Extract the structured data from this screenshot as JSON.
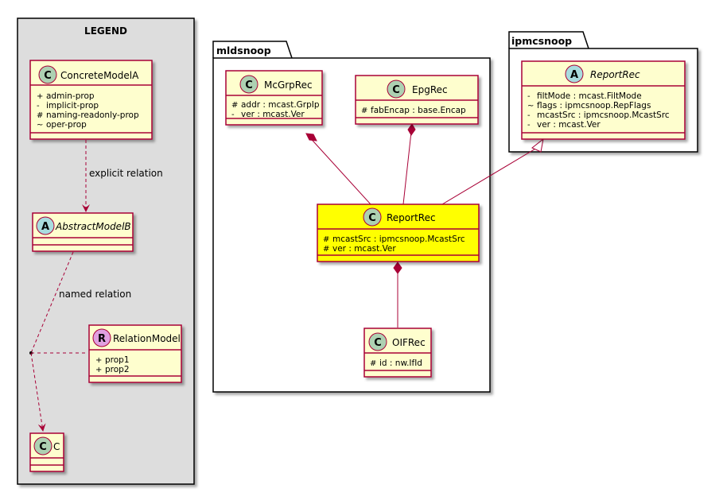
{
  "legend": {
    "title": "LEGEND",
    "concrete": {
      "name": "ConcreteModelA",
      "stereo": "C",
      "props": [
        {
          "vis": "+",
          "text": "admin-prop"
        },
        {
          "vis": "-",
          "text": "implicit-prop"
        },
        {
          "vis": "#",
          "text": "naming-readonly-prop"
        },
        {
          "vis": "~",
          "text": "oper-prop"
        }
      ]
    },
    "abstract": {
      "name": "AbstractModelB",
      "stereo": "A"
    },
    "relation_model": {
      "name": "RelationModel",
      "stereo": "R",
      "props": [
        {
          "vis": "+",
          "text": "prop1"
        },
        {
          "vis": "+",
          "text": "prop2"
        }
      ]
    },
    "c": {
      "name": "C",
      "stereo": "C"
    },
    "explicit_label": "explicit relation",
    "named_label": "named relation"
  },
  "packages": {
    "mldsnoop": "mldsnoop",
    "ipmcsnoop": "ipmcsnoop"
  },
  "classes": {
    "mcgrprec": {
      "name": "McGrpRec",
      "stereo": "C",
      "props": [
        {
          "vis": "#",
          "text": "addr : mcast.GrpIp"
        },
        {
          "vis": "-",
          "text": "ver : mcast.Ver"
        }
      ]
    },
    "epgrec": {
      "name": "EpgRec",
      "stereo": "C",
      "props": [
        {
          "vis": "#",
          "text": "fabEncap : base.Encap"
        }
      ]
    },
    "reportrec": {
      "name": "ReportRec",
      "stereo": "C",
      "props": [
        {
          "vis": "#",
          "text": "mcastSrc : ipmcsnoop.McastSrc"
        },
        {
          "vis": "#",
          "text": "ver : mcast.Ver"
        }
      ]
    },
    "oifrec": {
      "name": "OIFRec",
      "stereo": "C",
      "props": [
        {
          "vis": "#",
          "text": "id : nw.IfId"
        }
      ]
    },
    "ipmc_reportrec": {
      "name": "ReportRec",
      "stereo": "A",
      "props": [
        {
          "vis": "-",
          "text": "filtMode : mcast.FiltMode"
        },
        {
          "vis": "~",
          "text": "flags : ipmcsnoop.RepFlags"
        },
        {
          "vis": "-",
          "text": "mcastSrc : ipmcsnoop.McastSrc"
        },
        {
          "vis": "-",
          "text": "ver : mcast.Ver"
        }
      ]
    }
  },
  "colors": {
    "border": "#A80036",
    "class_fill": "#FEFECE",
    "highlight_fill": "#FFFF00",
    "legend_fill": "#DDDDDD",
    "stereo_c": "#ADD1B2",
    "stereo_a": "#A9DCDF",
    "stereo_r": "#E0A0E0"
  }
}
